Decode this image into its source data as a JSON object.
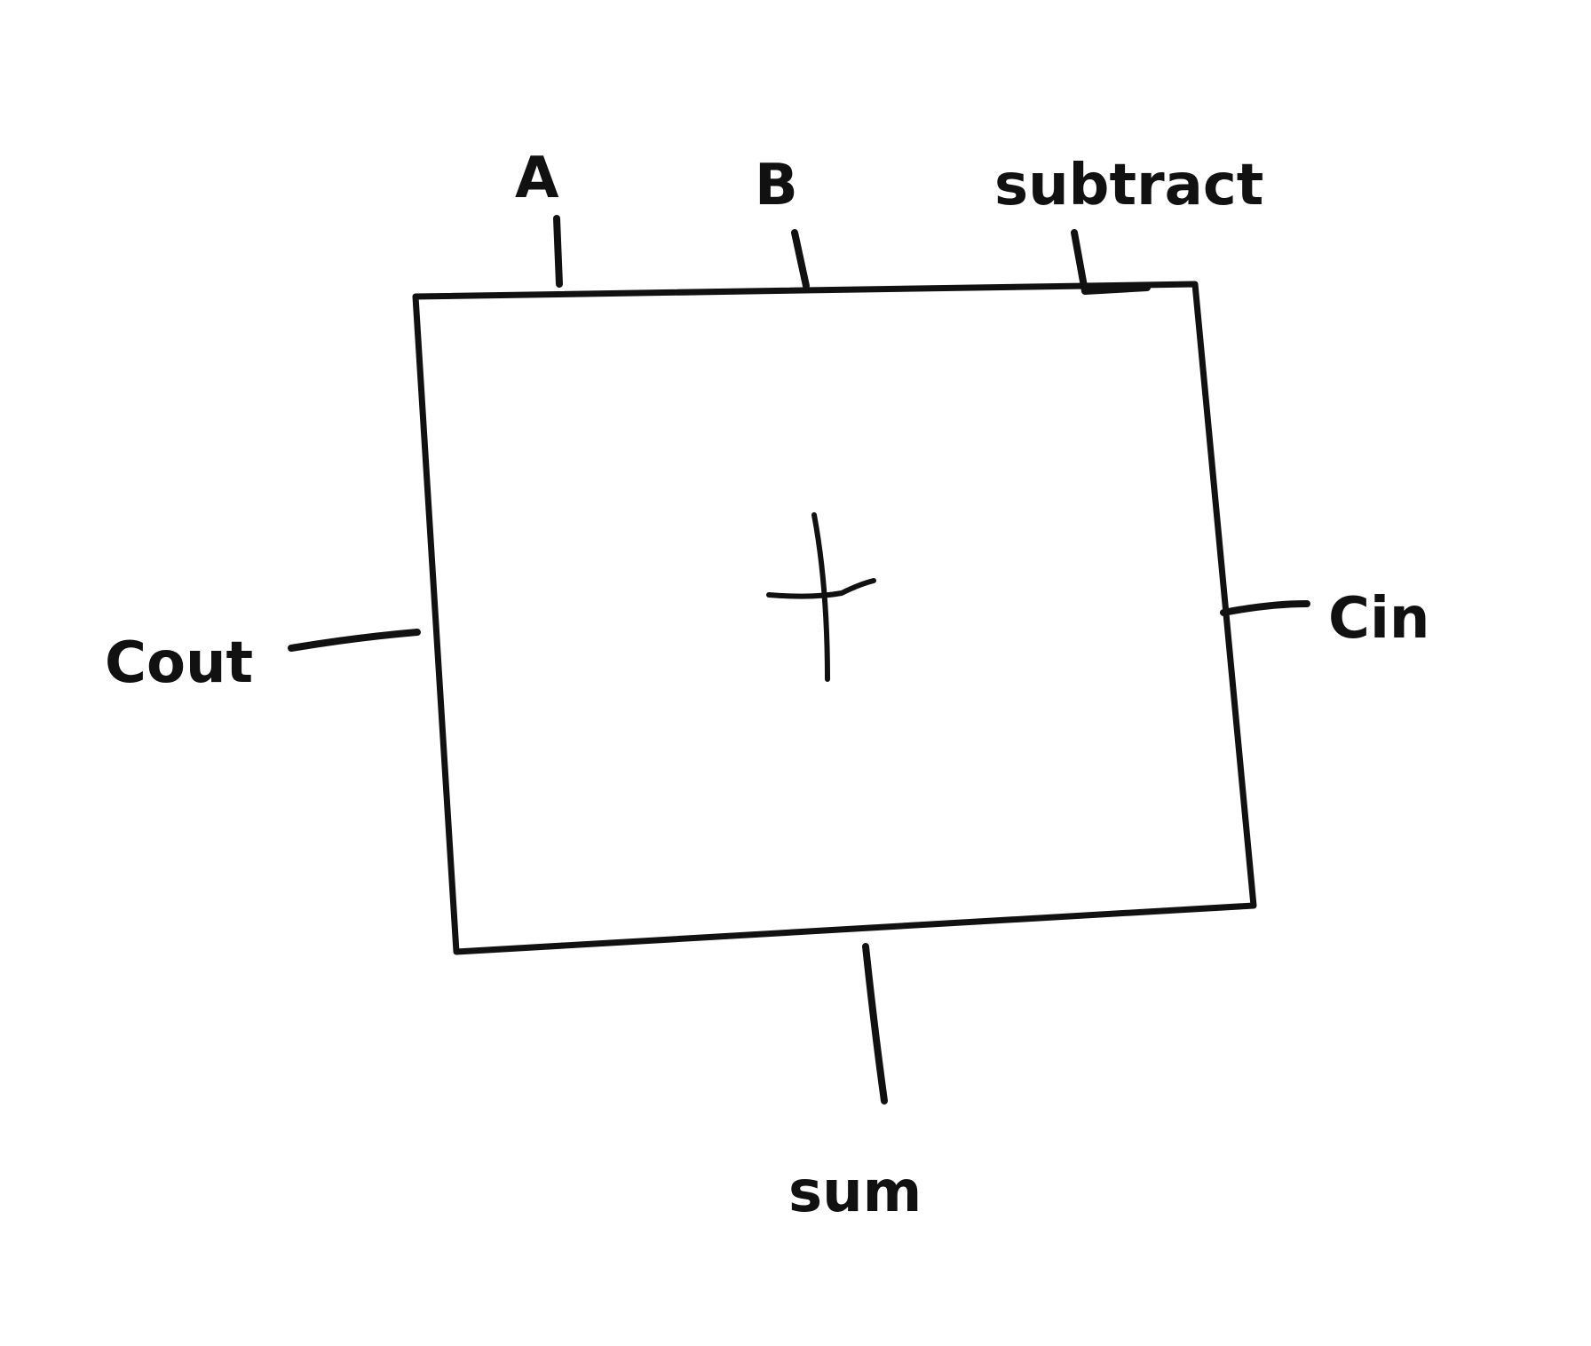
{
  "diagram": {
    "block": {
      "operator_symbol": "+"
    },
    "ports": {
      "input_a": "A",
      "input_b": "B",
      "input_subtract": "subtract",
      "output_carry": "Cout",
      "input_carry": "Cin",
      "output_sum": "sum"
    }
  }
}
